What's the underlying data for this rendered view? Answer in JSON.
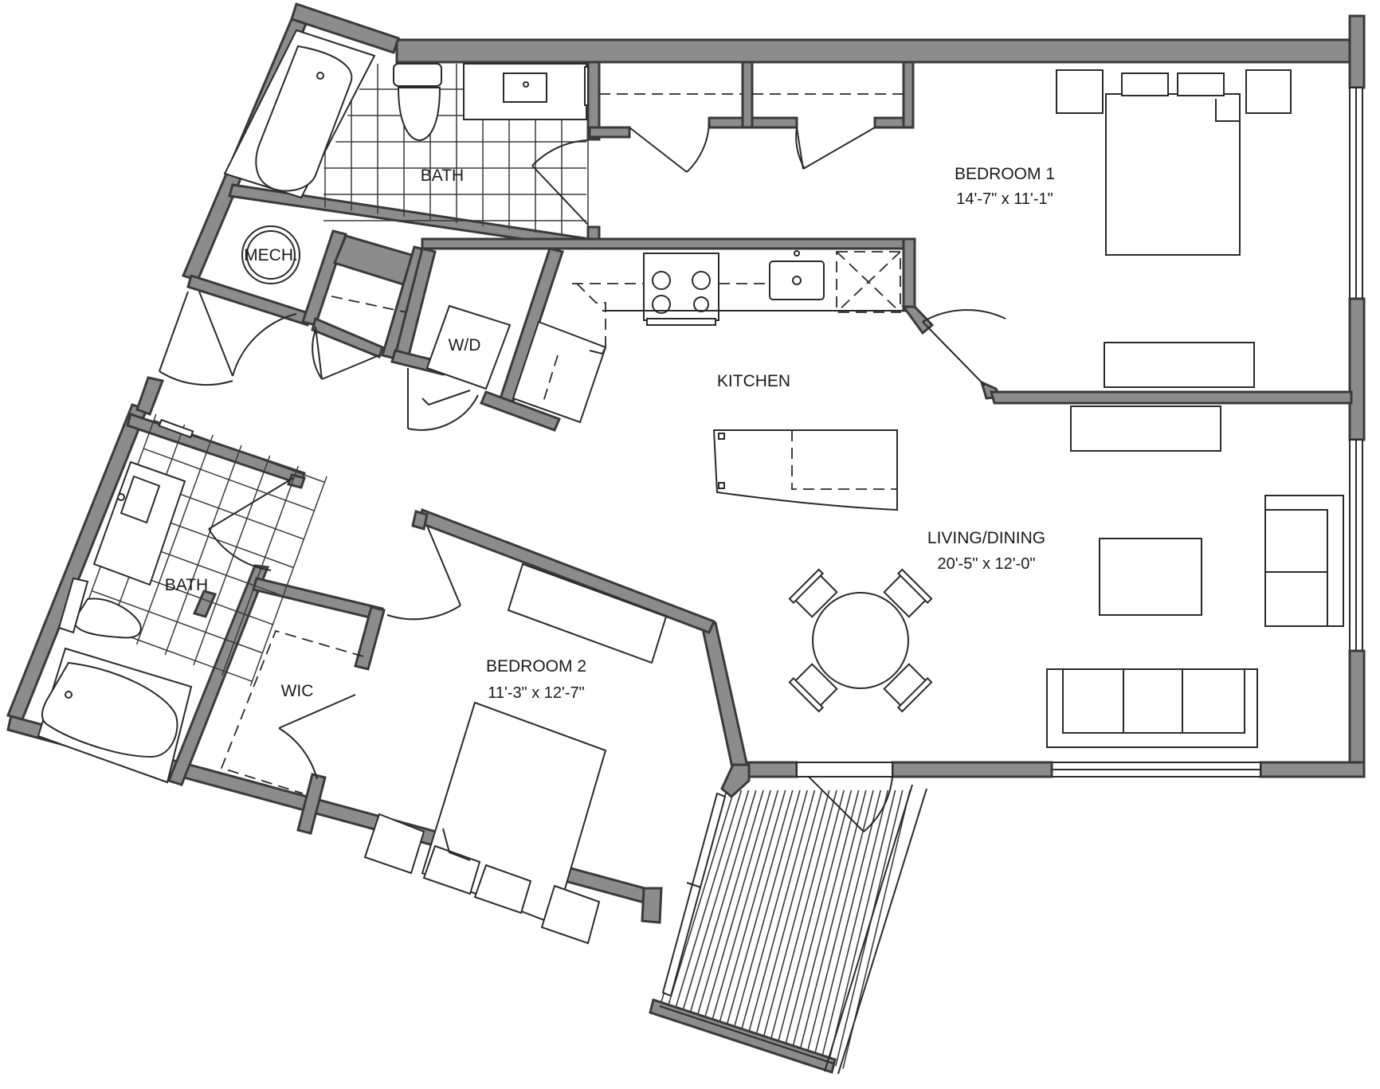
{
  "rooms": {
    "bath_top": {
      "name": "BATH"
    },
    "bedroom1": {
      "name": "BEDROOM 1",
      "dims": "14'-7\" x 11'-1\""
    },
    "mech": {
      "name": "MECH."
    },
    "wd": {
      "name": "W/D"
    },
    "kitchen": {
      "name": "KITCHEN"
    },
    "living": {
      "name": "LIVING/DINING",
      "dims": "20'-5\" x 12'-0\""
    },
    "bath_left": {
      "name": "BATH"
    },
    "bedroom2": {
      "name": "BEDROOM 2",
      "dims": "11'-3\" x 12'-7\""
    },
    "wic": {
      "name": "WIC"
    }
  }
}
